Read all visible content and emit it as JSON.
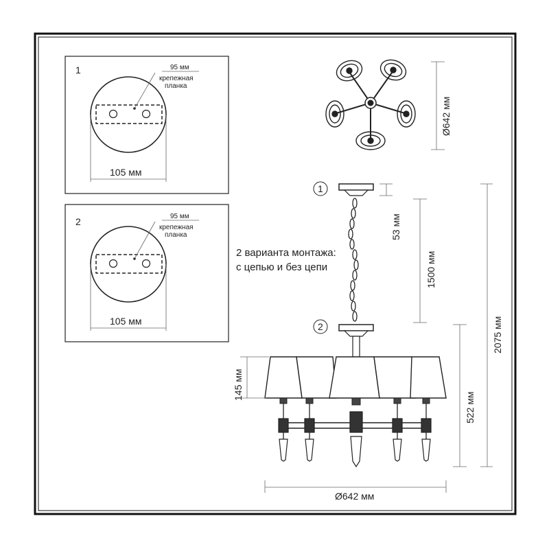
{
  "mount_panels": [
    {
      "number": "1",
      "bar_label": "95 мм",
      "plate_label_line1": "крепежная",
      "plate_label_line2": "планка",
      "width_label": "105 мм"
    },
    {
      "number": "2",
      "bar_label": "95 мм",
      "plate_label_line1": "крепежная",
      "plate_label_line2": "планка",
      "width_label": "105 мм"
    }
  ],
  "mounting_note": {
    "line1": "2 варианта монтажа:",
    "line2": "с цепью и без цепи"
  },
  "callouts": {
    "variant_chain": "1",
    "variant_no_chain": "2"
  },
  "dimensions": {
    "top_view_diameter": "Ø642 мм",
    "canopy_height": "53 мм",
    "chain_length": "1500 мм",
    "total_height": "2075 мм",
    "body_height": "522 мм",
    "shade_height": "145 мм",
    "bottom_diameter": "Ø642 мм"
  },
  "colors": {
    "line": "#222222",
    "frame": "#111111",
    "shade": "#ffffff",
    "metal": "#555555"
  }
}
